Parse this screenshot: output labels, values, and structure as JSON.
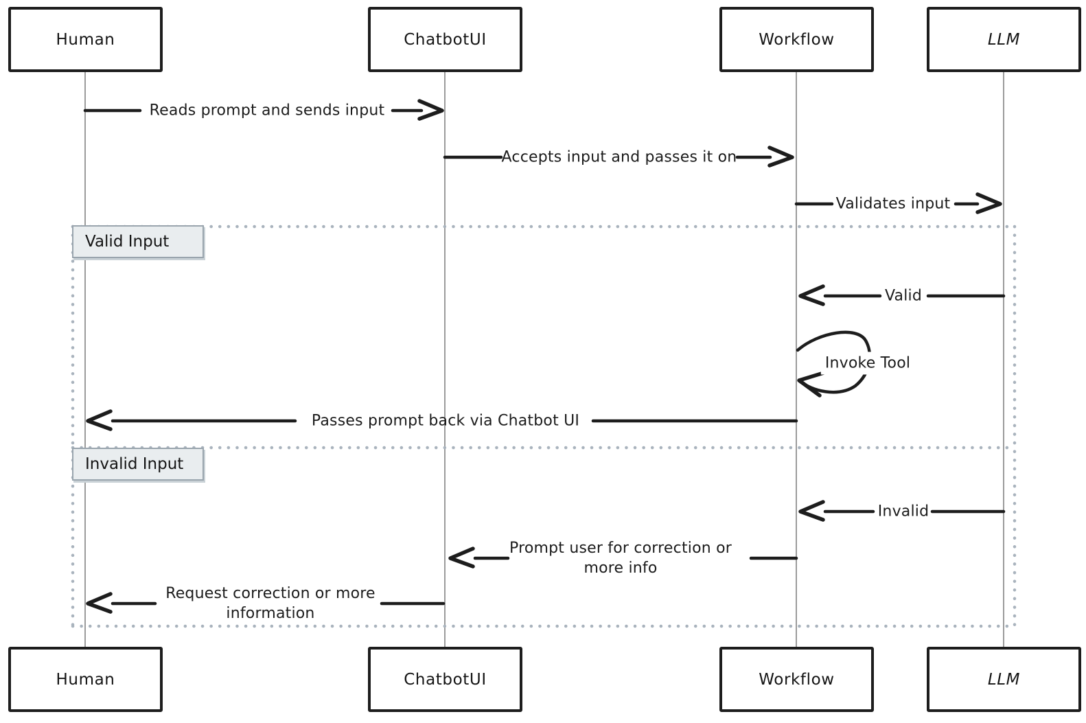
{
  "diagram_type": "sequence-diagram",
  "participants": [
    {
      "id": "human",
      "label": "Human"
    },
    {
      "id": "chatbotui",
      "label": "ChatbotUI"
    },
    {
      "id": "workflow",
      "label": "Workflow"
    },
    {
      "id": "llm",
      "label": "LLM"
    }
  ],
  "frames": [
    {
      "label": "Valid Input"
    },
    {
      "label": "Invalid Input"
    }
  ],
  "messages": [
    {
      "from": "Human",
      "to": "ChatbotUI",
      "direction": "right",
      "text": "Reads prompt and sends input"
    },
    {
      "from": "ChatbotUI",
      "to": "Workflow",
      "direction": "right",
      "text": "Accepts input and passes it on"
    },
    {
      "from": "Workflow",
      "to": "LLM",
      "direction": "right",
      "text": "Validates input"
    },
    {
      "from": "LLM",
      "to": "Workflow",
      "direction": "left",
      "section": "Valid Input",
      "text": "Valid"
    },
    {
      "from": "Workflow",
      "to": "Workflow",
      "direction": "self",
      "section": "Valid Input",
      "text": "Invoke Tool"
    },
    {
      "from": "Workflow",
      "to": "Human",
      "direction": "left",
      "section": "Valid Input",
      "text": "Passes prompt back via Chatbot UI"
    },
    {
      "from": "LLM",
      "to": "Workflow",
      "direction": "left",
      "section": "Invalid Input",
      "text": "Invalid"
    },
    {
      "from": "Workflow",
      "to": "ChatbotUI",
      "direction": "left",
      "section": "Invalid Input",
      "text": "Prompt user for correction or more info"
    },
    {
      "from": "ChatbotUI",
      "to": "Human",
      "direction": "left",
      "section": "Invalid Input",
      "text": "Request correction or more information"
    }
  ],
  "colors": {
    "background": "#ffffff",
    "ink": "#1d1d1d",
    "lifeline": "#9b9b9b",
    "frame_border": "#a9b3bd",
    "frame_label_bg": "#e9edef",
    "frame_label_border": "#99a4ad"
  }
}
